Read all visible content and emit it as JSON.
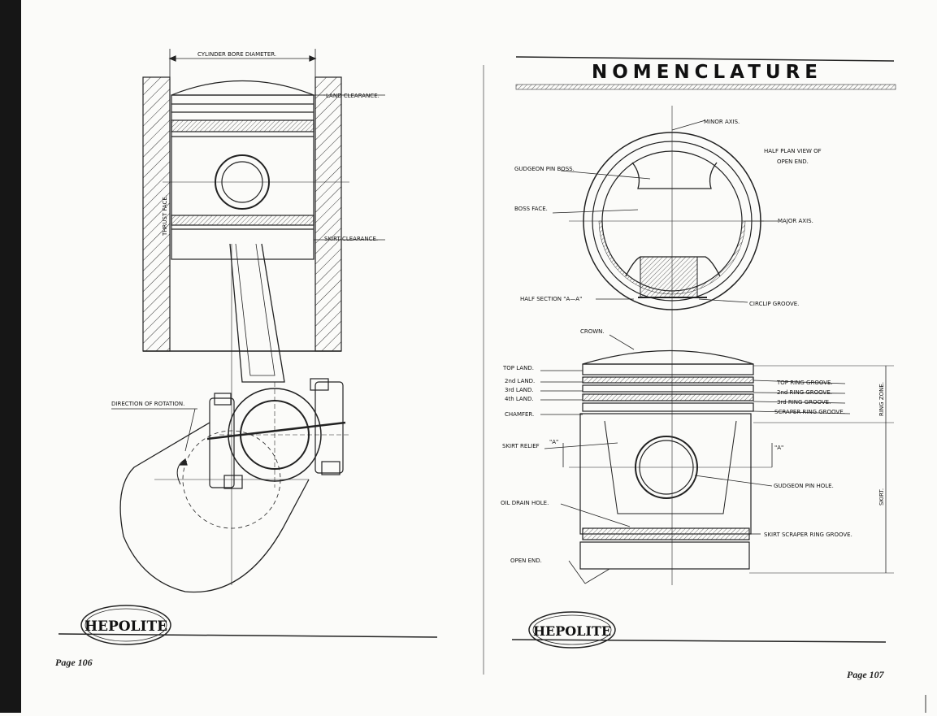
{
  "left_page": {
    "labels": {
      "bore": "CYLINDER BORE DIAMETER.",
      "land": "LAND CLEARANCE.",
      "skirt": "SKIRT CLEARANCE.",
      "thrust": "THRUST FACE.",
      "rotation": "DIRECTION OF ROTATION."
    },
    "logo": "HEPOLITE",
    "page_number": "Page 106"
  },
  "right_page": {
    "title": "NOMENCLATURE",
    "labels": {
      "minor_axis": "MINOR AXIS.",
      "half_plan": "HALF PLAN VIEW OF",
      "open_end_top": "OPEN END.",
      "gudgeon_boss": "GUDGEON PIN BOSS.",
      "boss_face": "BOSS FACE.",
      "major_axis": "MAJOR AXIS.",
      "half_section": "HALF SECTION \"A—A\"",
      "circlip": "CIRCLIP GROOVE.",
      "crown": "CROWN.",
      "top_land": "TOP LAND.",
      "land2": "2nd LAND.",
      "land3": "3rd LAND.",
      "land4": "4th LAND.",
      "chamfer": "CHAMFER.",
      "top_ring": "TOP RING GROOVE.",
      "ring2": "2nd RING GROOVE.",
      "ring3": "3rd RING GROOVE.",
      "scraper": "SCRAPER RING GROOVE.",
      "ring_zone": "RING ZONE.",
      "skirt_relief": "SKIRT RELIEF",
      "a_mark_left": "\"A\"",
      "a_mark_right": "\"A\"",
      "gudgeon_hole": "GUDGEON PIN HOLE.",
      "skirt": "SKIRT.",
      "oil_drain": "OIL DRAIN HOLE.",
      "skirt_scraper": "SKIRT SCRAPER RING GROOVE.",
      "open_end": "OPEN END."
    },
    "logo": "HEPOLITE",
    "page_number": "Page 107"
  }
}
